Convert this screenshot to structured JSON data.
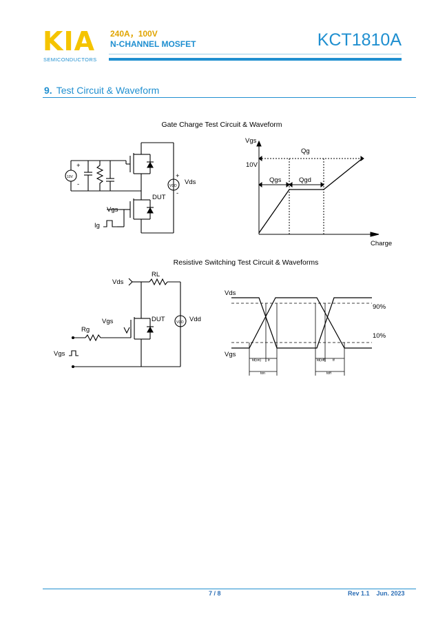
{
  "header": {
    "logo": "KIA",
    "logo_sub": "SEMICONDUCTORS",
    "spec_line1": "240A，100V",
    "spec_line2": "N-CHANNEL MOSFET",
    "part_number": "KCT1810A"
  },
  "section": {
    "number": "9.",
    "title": "Test Circuit & Waveform"
  },
  "figure1": {
    "title": "Gate Charge Test Circuit & Waveform",
    "circuit_labels": {
      "vds": "Vds",
      "dut": "DUT",
      "vgs": "Vgs",
      "ig": "Ig",
      "source_left": "10V",
      "source_right": "VDD",
      "plus": "+",
      "minus": "-"
    },
    "waveform_labels": {
      "y_axis": "Vgs",
      "x_axis": "Charge",
      "level": "10V",
      "qg": "Qg",
      "qgs": "Qgs",
      "qgd": "Qgd"
    }
  },
  "figure2": {
    "title": "Resistive Switching Test Circuit & Waveforms",
    "circuit_labels": {
      "vds": "Vds",
      "rl": "RL",
      "dut": "DUT",
      "vgs": "Vgs",
      "rg": "Rg",
      "vdd": "Vdd",
      "vgs_pulse": "Vgs",
      "source": "VDD"
    },
    "waveform_labels": {
      "vds": "Vds",
      "vgs": "Vgs",
      "pct_high": "90%",
      "pct_low": "10%",
      "td_on": "td(on)",
      "tr": "tr",
      "t_on": "ton",
      "td_off": "td(off)",
      "tf": "tf",
      "t_off": "toff"
    }
  },
  "footer": {
    "page": "7 / 8",
    "rev": "Rev 1.1",
    "date": "Jun. 2023"
  },
  "colors": {
    "accent_blue": "#1f8fd0",
    "logo_yellow": "#f5c400"
  }
}
